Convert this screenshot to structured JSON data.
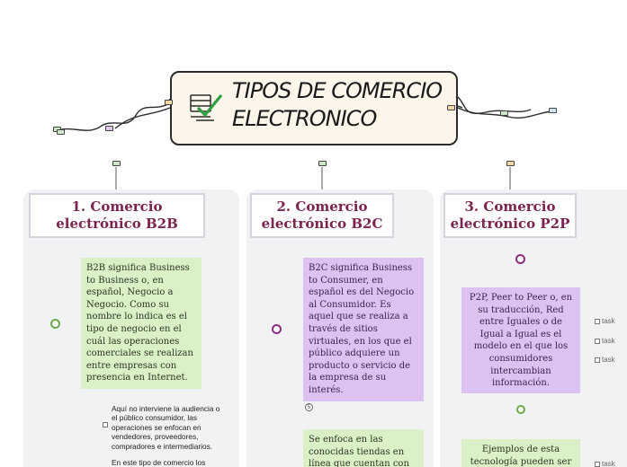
{
  "central": {
    "title_line1": "TIPOS DE COMERCIO",
    "title_line2": "ELECTRONICO"
  },
  "columns": [
    {
      "heading": "1. Comercio electrónico B2B",
      "node": "B2B significa Business to Business o, en español, Negocio a Negocio. Como su nombre lo indica es el tipo de negocio en el cuál las operaciones comerciales se realizan entre empresas con presencia en Internet.",
      "note_1": "Aquí no interviene la audiencia o el público consumidor, las operaciones se enfocan en vendedores, proveedores, compradores e intermediarios.",
      "note_2": "En este tipo de comercio los"
    },
    {
      "heading": "2. Comercio electrónico B2C",
      "node": "B2C significa Business to Consumer, en español es del Negocio al Consumidor. Es aquel que se realiza a través de sitios virtuales, en los que el público adquiere un producto o servicio de la empresa de su interés.",
      "badge": "5",
      "node_2": "Se enfoca en las conocidas tiendas en línea que cuentan con"
    },
    {
      "heading": "3. Comercio electrónico P2P",
      "node": "P2P, Peer to Peer o, en su traducción, Red entre Iguales o de Igual a Igual es el modelo en el que los consumidores intercambian información.",
      "tasks": [
        "task",
        "task",
        "task"
      ],
      "node_2": "Ejemplos de esta tecnología pueden ser"
    }
  ],
  "colors": {
    "heading_text": "#7b2450",
    "green_node": "#daf0c7",
    "purple_node": "#dcc2f2",
    "central_fill": "#fbf6e9",
    "green_connector": "#6aa84f",
    "purple_connector": "#8e2c7e"
  },
  "icons": [
    "checklist-icon",
    "tag-icon",
    "checkbox-icon"
  ]
}
